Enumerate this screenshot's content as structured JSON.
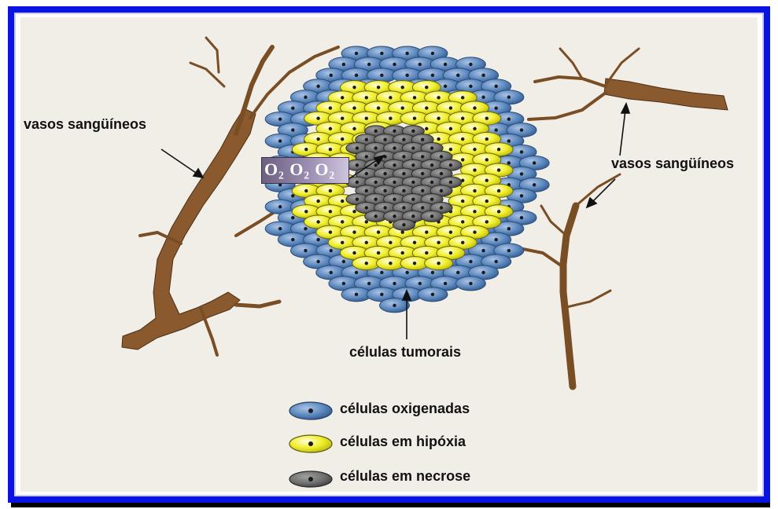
{
  "labels": {
    "vasos_left": "vasos sangüíneos",
    "vasos_right": "vasos sangüíneos",
    "celulas_tumorais": "células tumorais",
    "oxygen": "O₂ O₂ O₂"
  },
  "legend": {
    "oxigenadas": "células oxigenadas",
    "hipoxia": "células em hipóxia",
    "necrose": "células em necrose"
  },
  "colors": {
    "frame": "#0a14e0",
    "oxygenated": "#5b87bd",
    "hypoxia": "#f0ef2a",
    "necrosis": "#6f6f6f",
    "vessel": "#8a5a2e"
  }
}
